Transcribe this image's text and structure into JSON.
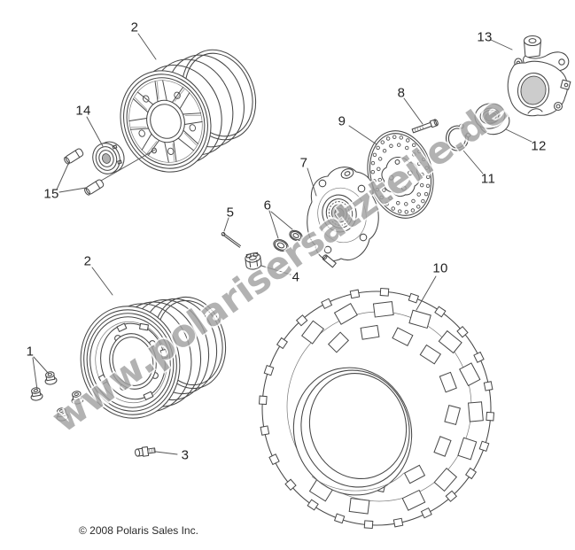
{
  "watermark": {
    "text": "www.polarisersatzteile.de"
  },
  "footer": {
    "copyright": "© 2008 Polaris Sales Inc."
  },
  "colors": {
    "line": "#474747",
    "watermark_gray": "#a2a2a2",
    "background": "#ffffff"
  },
  "callouts": {
    "wheel_front": "2",
    "knuckle": "13",
    "bolt": "8",
    "brake_disc": "9",
    "bearing_cap": "14",
    "bearing": "12",
    "snap_ring": "11",
    "studs": "15",
    "hub": "7",
    "cotter_pin": "5",
    "washers": "6",
    "wheel_rear": "2",
    "castle_nut": "4",
    "tire": "10",
    "lug_nuts": "1",
    "valve_stem": "3"
  }
}
